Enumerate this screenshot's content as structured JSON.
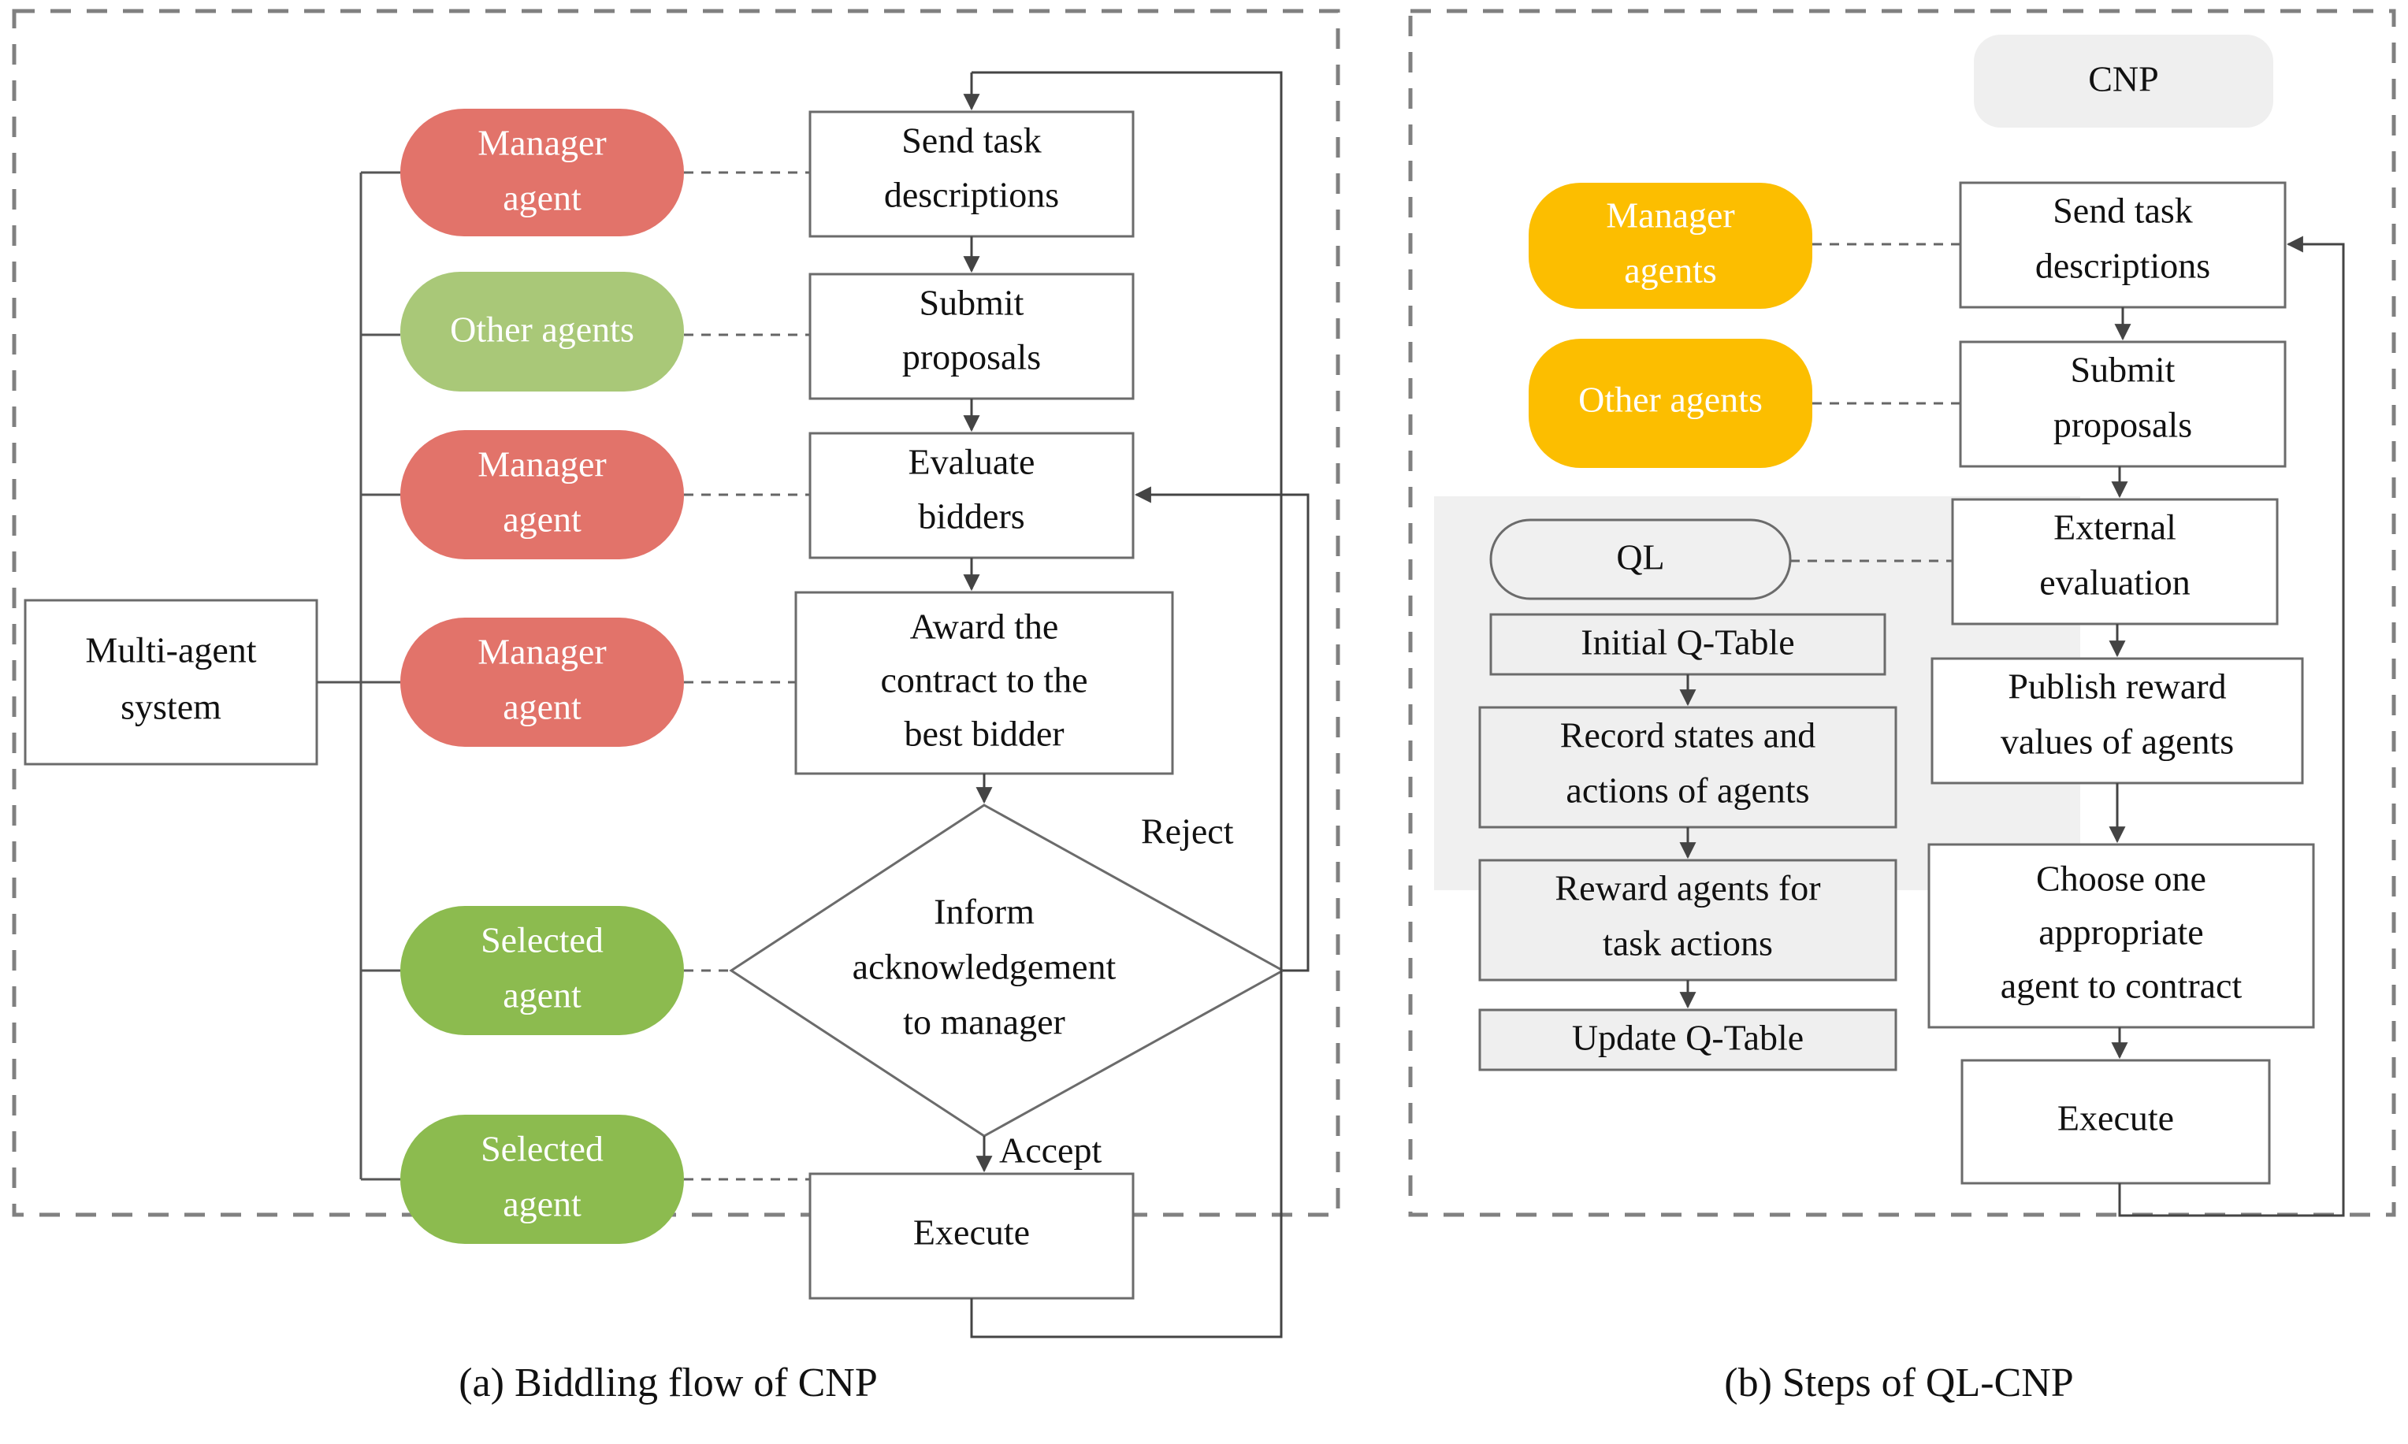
{
  "figure": {
    "panels": [
      {
        "id": "a",
        "caption": "(a) Biddling flow of CNP",
        "root_box": "Multi-agent\nsystem",
        "root_box_lines": [
          "Multi-agent",
          "system"
        ],
        "actors": [
          {
            "label_lines": [
              "Manager",
              "agent"
            ],
            "color": "#e2736a",
            "text_color": "#ffffff"
          },
          {
            "label_lines": [
              "Other agents"
            ],
            "color": "#a9c878",
            "text_color": "#ffffff"
          },
          {
            "label_lines": [
              "Manager",
              "agent"
            ],
            "color": "#e2736a",
            "text_color": "#ffffff"
          },
          {
            "label_lines": [
              "Manager",
              "agent"
            ],
            "color": "#e2736a",
            "text_color": "#ffffff"
          },
          {
            "label_lines": [
              "Selected",
              "agent"
            ],
            "color": "#8cbb4f",
            "text_color": "#ffffff"
          },
          {
            "label_lines": [
              "Selected",
              "agent"
            ],
            "color": "#8cbb4f",
            "text_color": "#ffffff"
          }
        ],
        "steps": [
          {
            "kind": "box",
            "label_lines": [
              "Send task",
              "descriptions"
            ]
          },
          {
            "kind": "box",
            "label_lines": [
              "Submit",
              "proposals"
            ]
          },
          {
            "kind": "box",
            "label_lines": [
              "Evaluate",
              "bidders"
            ]
          },
          {
            "kind": "box",
            "label_lines": [
              "Award the",
              "contract to the",
              "best bidder"
            ]
          },
          {
            "kind": "diamond",
            "label_lines": [
              "Inform",
              "acknowledgement",
              "to manager"
            ]
          },
          {
            "kind": "box",
            "label_lines": [
              "Execute"
            ]
          }
        ],
        "edge_labels": [
          {
            "text": "Reject"
          },
          {
            "text": "Accept"
          }
        ]
      },
      {
        "id": "b",
        "caption": "(b) Steps of QL-CNP",
        "group_tag": "CNP",
        "ql_tag": "QL",
        "actors": [
          {
            "label_lines": [
              "Manager",
              "agents"
            ],
            "color": "#fcbe00",
            "text_color": "#ffffff"
          },
          {
            "label_lines": [
              "Other agents"
            ],
            "color": "#fcbe00",
            "text_color": "#ffffff"
          }
        ],
        "ql_steps": [
          {
            "label_lines": [
              "Initial Q-Table"
            ]
          },
          {
            "label_lines": [
              "Record states and",
              "actions of agents"
            ]
          },
          {
            "label_lines": [
              "Reward agents for",
              "task actions"
            ]
          },
          {
            "label_lines": [
              "Update Q-Table"
            ]
          }
        ],
        "steps": [
          {
            "label_lines": [
              "Send task",
              "descriptions"
            ]
          },
          {
            "label_lines": [
              "Submit",
              "proposals"
            ]
          },
          {
            "label_lines": [
              "External",
              "evaluation"
            ]
          },
          {
            "label_lines": [
              "Publish reward",
              "values of agents"
            ]
          },
          {
            "label_lines": [
              "Choose one",
              "appropriate",
              "agent to contract"
            ]
          },
          {
            "label_lines": [
              "Execute"
            ]
          }
        ]
      }
    ],
    "colors": {
      "manager_red": "#e2736a",
      "other_green_light": "#a9c878",
      "selected_green": "#8cbb4f",
      "agent_yellow": "#fcbe00",
      "cnp_tag_gray": "#efefef",
      "ql_panel_gray": "#f0f0f0",
      "line_gray": "#6b6b6b"
    }
  }
}
